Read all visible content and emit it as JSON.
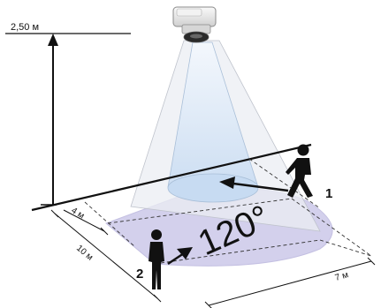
{
  "diagram": {
    "mount_height_label": "2,50 м",
    "near_depth_label": "4 м",
    "far_depth_label": "10 м",
    "width_label": "7 м",
    "angle_label": "120°",
    "person_1_label": "1",
    "person_2_label": "2"
  },
  "colors": {
    "floor_zone": "#d3d0ec",
    "cone_outer": "#eceef4",
    "cone_inner": "#d8e6f6",
    "line": "#111111"
  }
}
